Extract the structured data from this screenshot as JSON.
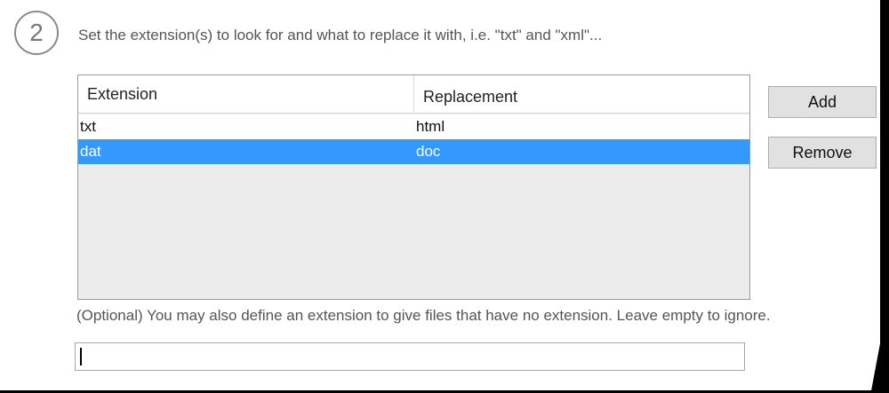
{
  "step": {
    "number": "2",
    "instruction": "Set the extension(s) to look for and what to replace it with, i.e. \"txt\" and \"xml\"..."
  },
  "table": {
    "columns": [
      "Extension",
      "Replacement"
    ],
    "rows": [
      {
        "extension": "txt",
        "replacement": "html",
        "selected": false
      },
      {
        "extension": "dat",
        "replacement": "doc",
        "selected": true
      }
    ]
  },
  "buttons": {
    "add": "Add",
    "remove": "Remove"
  },
  "optional": {
    "label": "(Optional) You may also define an extension to give files that have no extension. Leave empty to ignore.",
    "value": ""
  },
  "colors": {
    "selection": "#3399ff"
  }
}
